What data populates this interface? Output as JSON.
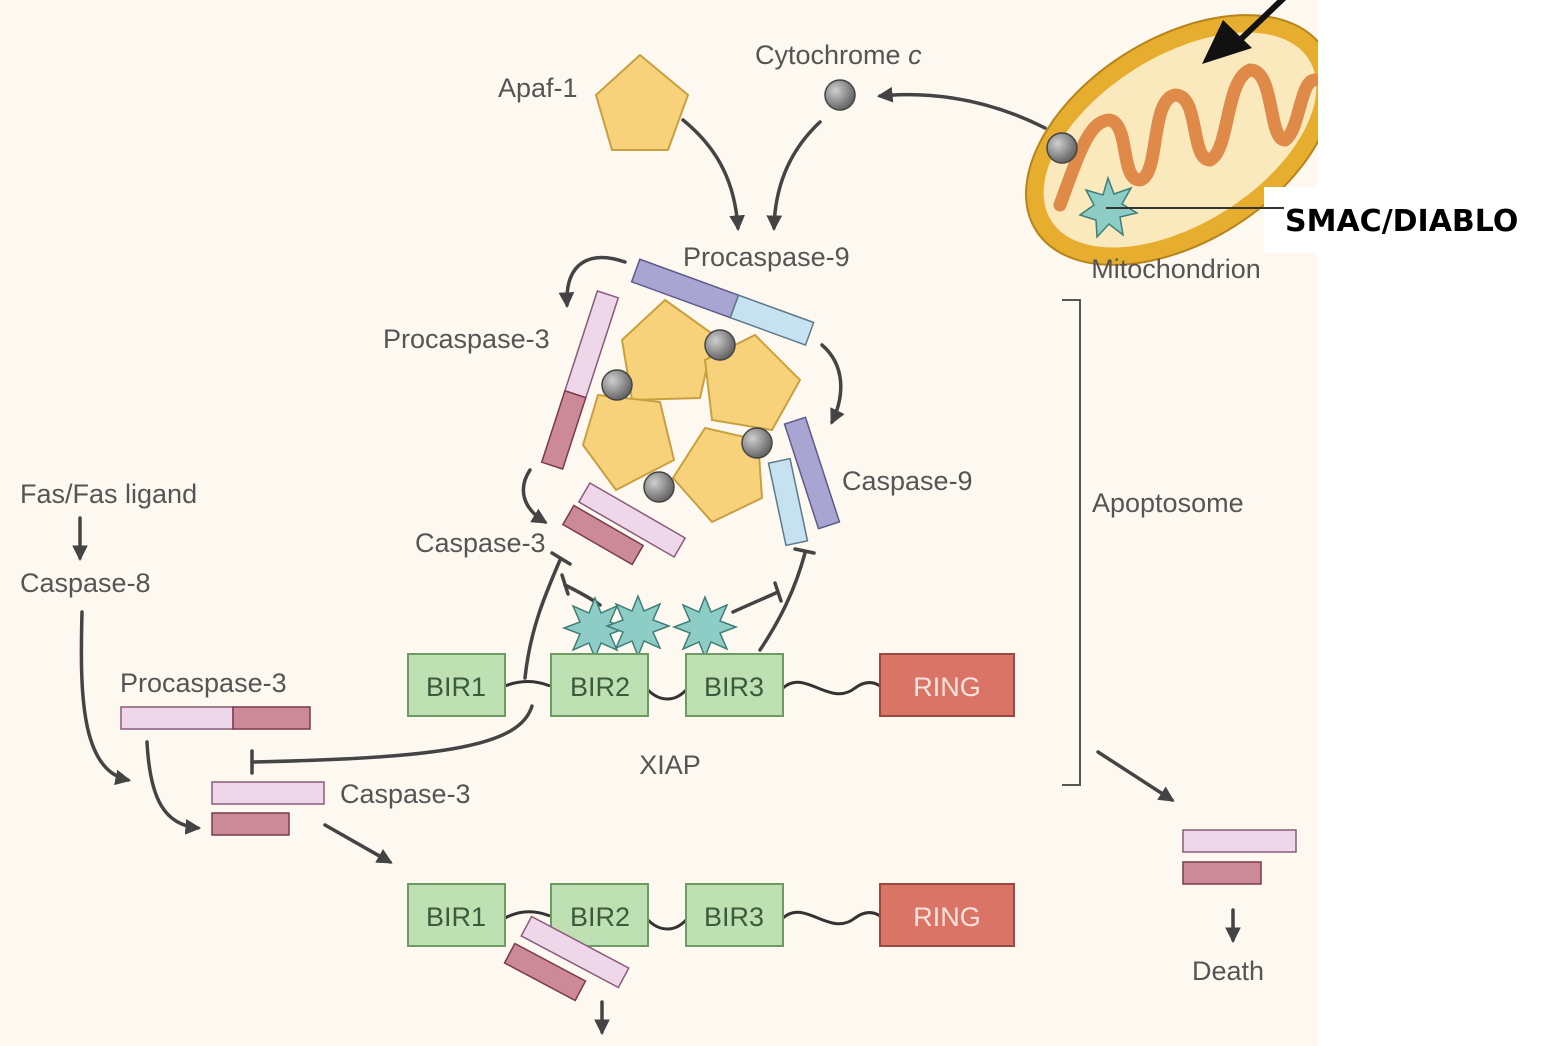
{
  "labels": {
    "apaf1": "Apaf-1",
    "cytochrome": "Cytochrome",
    "cytochrome_c": "c",
    "procaspase9": "Procaspase-9",
    "procaspase3_top": "Procaspase-3",
    "caspase9": "Caspase-9",
    "caspase3_top": "Caspase-3",
    "mitochondrion": "Mitochondrion",
    "smac": "SMAC/DIABLO",
    "apoptosome": "Apoptosome",
    "fas": "Fas/Fas ligand",
    "caspase8": "Caspase-8",
    "procaspase3_left": "Procaspase-3",
    "caspase3_left": "Caspase-3",
    "xiap": "XIAP",
    "death": "Death"
  },
  "xiap_top": {
    "bir1": "BIR1",
    "bir2": "BIR2",
    "bir3": "BIR3",
    "ring": "RING"
  },
  "xiap_bottom": {
    "bir1": "BIR1",
    "bir2": "BIR2",
    "bir3": "BIR3",
    "ring": "RING"
  },
  "colors": {
    "background": "#fdf9f1",
    "bir_fill": "#bfe0b2",
    "bir_stroke": "#6e9a66",
    "ring_fill": "#d97466",
    "ring_stroke": "#9a4a40",
    "pentagon_fill": "#f7d27a",
    "pentagon_stroke": "#c9a040",
    "caspase3_light": "#efd7ea",
    "caspase3_dark": "#cc8a98",
    "caspase9_purple": "#a9a5d3",
    "caspase9_blue": "#c6e2f1",
    "smac_star": "#8ecdc6",
    "cytochrome_ball": "#777777",
    "mitochondrion_outer": "#e6ad2e",
    "mitochondrion_inner": "#fbe9be",
    "cristae": "#e08a4a"
  }
}
